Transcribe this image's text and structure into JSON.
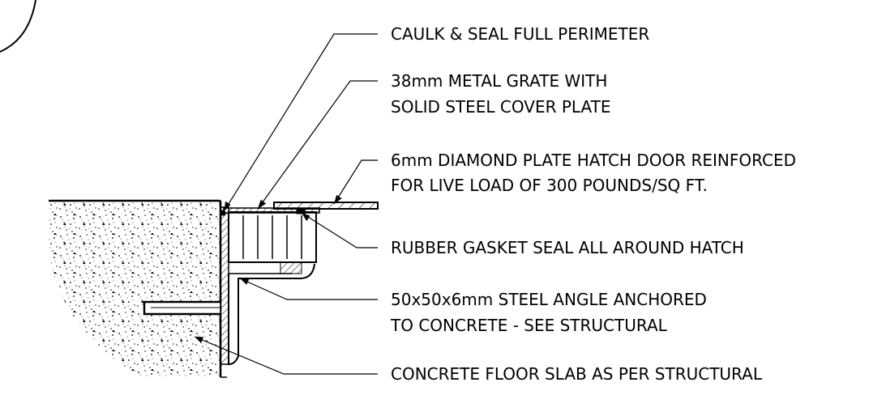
{
  "callouts": {
    "caulk": {
      "lines": [
        "CAULK & SEAL FULL PERIMETER"
      ]
    },
    "grate": {
      "lines": [
        "38mm METAL GRATE WITH",
        "SOLID STEEL COVER PLATE"
      ]
    },
    "hatch_door": {
      "lines": [
        "6mm DIAMOND PLATE HATCH DOOR REINFORCED",
        "FOR LIVE LOAD OF 300 POUNDS/SQ FT."
      ]
    },
    "gasket": {
      "lines": [
        "RUBBER GASKET SEAL ALL AROUND HATCH"
      ]
    },
    "angle": {
      "lines": [
        "50x50x6mm STEEL ANGLE ANCHORED",
        "TO CONCRETE - SEE STRUCTURAL"
      ]
    },
    "slab": {
      "lines": [
        "CONCRETE FLOOR SLAB AS PER STRUCTURAL"
      ]
    }
  },
  "colors": {
    "ink": "#000000",
    "background": "#ffffff"
  }
}
